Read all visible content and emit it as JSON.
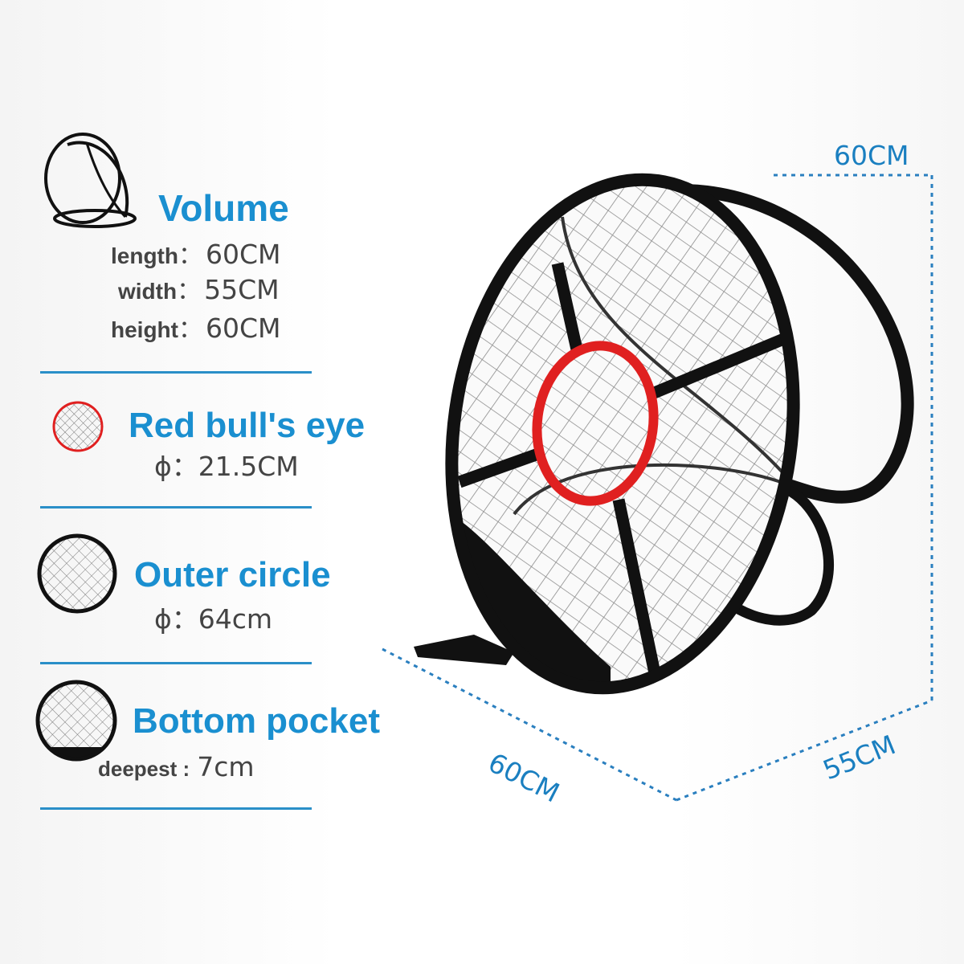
{
  "volume": {
    "title": "Volume",
    "rows": [
      {
        "label": "length",
        "sep": "：",
        "value": "60CM"
      },
      {
        "label": "width",
        "sep": "：",
        "value": "55CM"
      },
      {
        "label": "height",
        "sep": "：",
        "value": "60CM"
      }
    ]
  },
  "bulls_eye": {
    "title": "Red bull's eye",
    "value": "ϕ：21.5CM"
  },
  "outer_circle": {
    "title": "Outer circle",
    "value": "ϕ：64cm"
  },
  "bottom_pocket": {
    "title": "Bottom pocket",
    "label": "deepest :",
    "value": "7cm"
  },
  "dimensions": {
    "top": "60CM",
    "bottom_left": "60CM",
    "bottom_right": "55CM"
  },
  "colors": {
    "accent": "#1a8fd0",
    "red": "#e02020",
    "frame": "#111111"
  }
}
